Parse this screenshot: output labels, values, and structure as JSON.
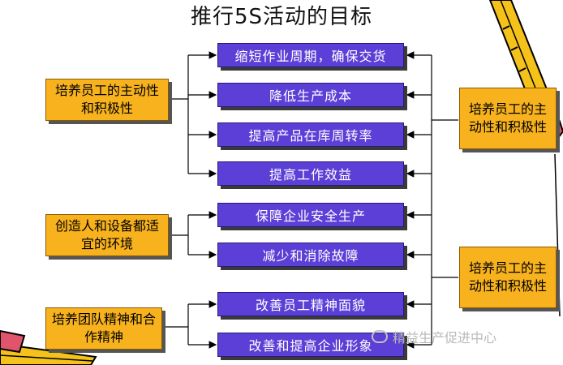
{
  "title": "推行5S活动的目标",
  "goals": [
    "缩短作业周期，确保交货",
    "降低生产成本",
    "提高产品在库周转率",
    "提高工作效益",
    "保障企业安全生产",
    "减少和消除故障",
    "改善员工精神面貌",
    "改善和提高企业形象"
  ],
  "left_boxes": [
    "培养员工的主动性和积极性",
    "创造人和设备都适宜的环境",
    "培养团队精神和合作精神"
  ],
  "right_boxes": [
    "培养员工的主动性和积极性",
    "培养员工的主动性和积极性"
  ],
  "watermark": "精益生产促进中心",
  "colors": {
    "goal_fill": "#5b3fd6",
    "side_fill": "#f7b21e",
    "line": "#000000"
  }
}
